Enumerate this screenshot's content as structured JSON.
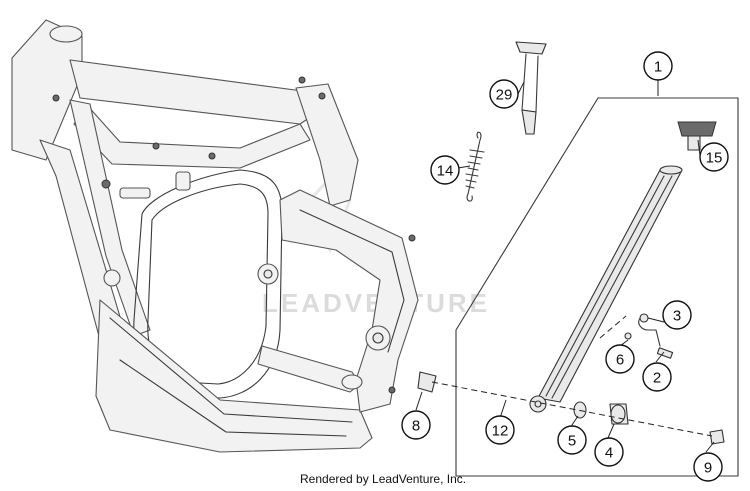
{
  "callouts": [
    {
      "id": "1",
      "label": "1"
    },
    {
      "id": "2",
      "label": "2"
    },
    {
      "id": "3",
      "label": "3"
    },
    {
      "id": "4",
      "label": "4"
    },
    {
      "id": "5",
      "label": "5"
    },
    {
      "id": "6",
      "label": "6"
    },
    {
      "id": "8",
      "label": "8"
    },
    {
      "id": "9",
      "label": "9"
    },
    {
      "id": "12",
      "label": "12"
    },
    {
      "id": "14",
      "label": "14"
    },
    {
      "id": "15",
      "label": "15"
    },
    {
      "id": "29",
      "label": "29"
    }
  ],
  "watermark": {
    "text": "LEADVENTURE"
  },
  "footer": {
    "credit": "Rendered by LeadVenture, Inc."
  }
}
